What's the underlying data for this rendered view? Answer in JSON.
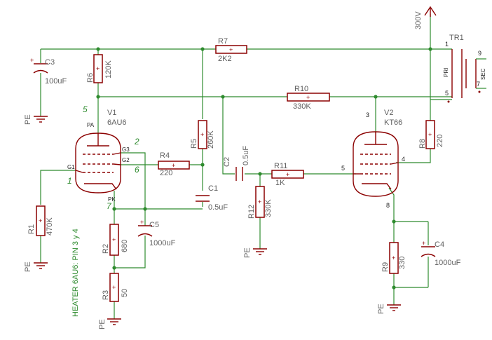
{
  "labels": {
    "supply": "300V",
    "ground": "PE",
    "heater_note": "HEATER 6AU6: PIN 3 y 4"
  },
  "components": {
    "C3": {
      "ref": "C3",
      "value": "100uF"
    },
    "R6": {
      "ref": "R6",
      "value": "120K"
    },
    "R7": {
      "ref": "R7",
      "value": "2K2"
    },
    "TR1": {
      "ref": "TR1"
    },
    "R10": {
      "ref": "R10",
      "value": "330K"
    },
    "V1": {
      "ref": "V1",
      "value": "6AU6"
    },
    "V2": {
      "ref": "V2",
      "value": "KT66"
    },
    "R5": {
      "ref": "R5",
      "value": "260K"
    },
    "R4": {
      "ref": "R4",
      "value": "220"
    },
    "C1": {
      "ref": "C1",
      "value": "0.5uF"
    },
    "C2": {
      "ref": "C2",
      "value": "0.5uF"
    },
    "R11": {
      "ref": "R11",
      "value": "1K"
    },
    "R12": {
      "ref": "R12",
      "value": "330K"
    },
    "R8": {
      "ref": "R8",
      "value": "220"
    },
    "R1": {
      "ref": "R1",
      "value": "470K"
    },
    "C5": {
      "ref": "C5",
      "value": "1000uF"
    },
    "R2": {
      "ref": "R2",
      "value": "680"
    },
    "R3": {
      "ref": "R3",
      "value": "50"
    },
    "C4": {
      "ref": "C4",
      "value": "1000uF"
    },
    "R9": {
      "ref": "R9",
      "value": "330"
    }
  },
  "pins": {
    "pa": "PA",
    "g3": "G3",
    "g2": "G2",
    "g1": "G1",
    "pk": "PK",
    "v1_n5": "5",
    "v1_n2": "2",
    "v1_n6": "6",
    "v1_n1": "1",
    "v1_n7": "7",
    "v2_plate": "3",
    "v2_screen": "4",
    "v2_grid": "5",
    "v2_cathode": "8",
    "tr_1": "1",
    "tr_5": "5",
    "tr_9": "9",
    "tr_7": "7",
    "pri": "PRI",
    "sec": "SEC"
  },
  "colors": {
    "wire": "#2e8b2e",
    "component": "#8b0000",
    "label": "#606060"
  }
}
